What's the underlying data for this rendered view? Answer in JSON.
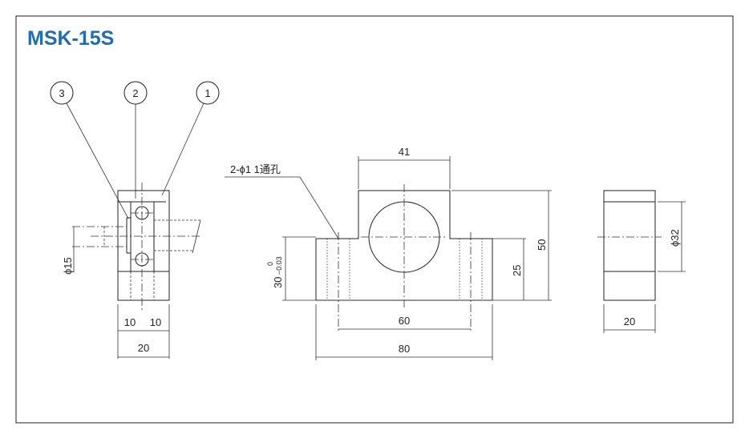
{
  "title": "MSK-15S",
  "colors": {
    "title": "#1f6db3",
    "line": "#222222"
  },
  "balloons": [
    "3",
    "2",
    "1"
  ],
  "side_view": {
    "shaft_dia": "ϕ15",
    "half_left": "10",
    "half_right": "10",
    "width": "20"
  },
  "front_view": {
    "hole_note": "2-ϕ1 1通孔",
    "top_width": "41",
    "total_height": "50",
    "center_height": "25",
    "base_height": "30",
    "tol_upper": "0",
    "tol_lower": "−0.03",
    "hole_pitch": "60",
    "total_length": "80"
  },
  "end_view": {
    "diameter": "ϕ32",
    "width": "20"
  }
}
